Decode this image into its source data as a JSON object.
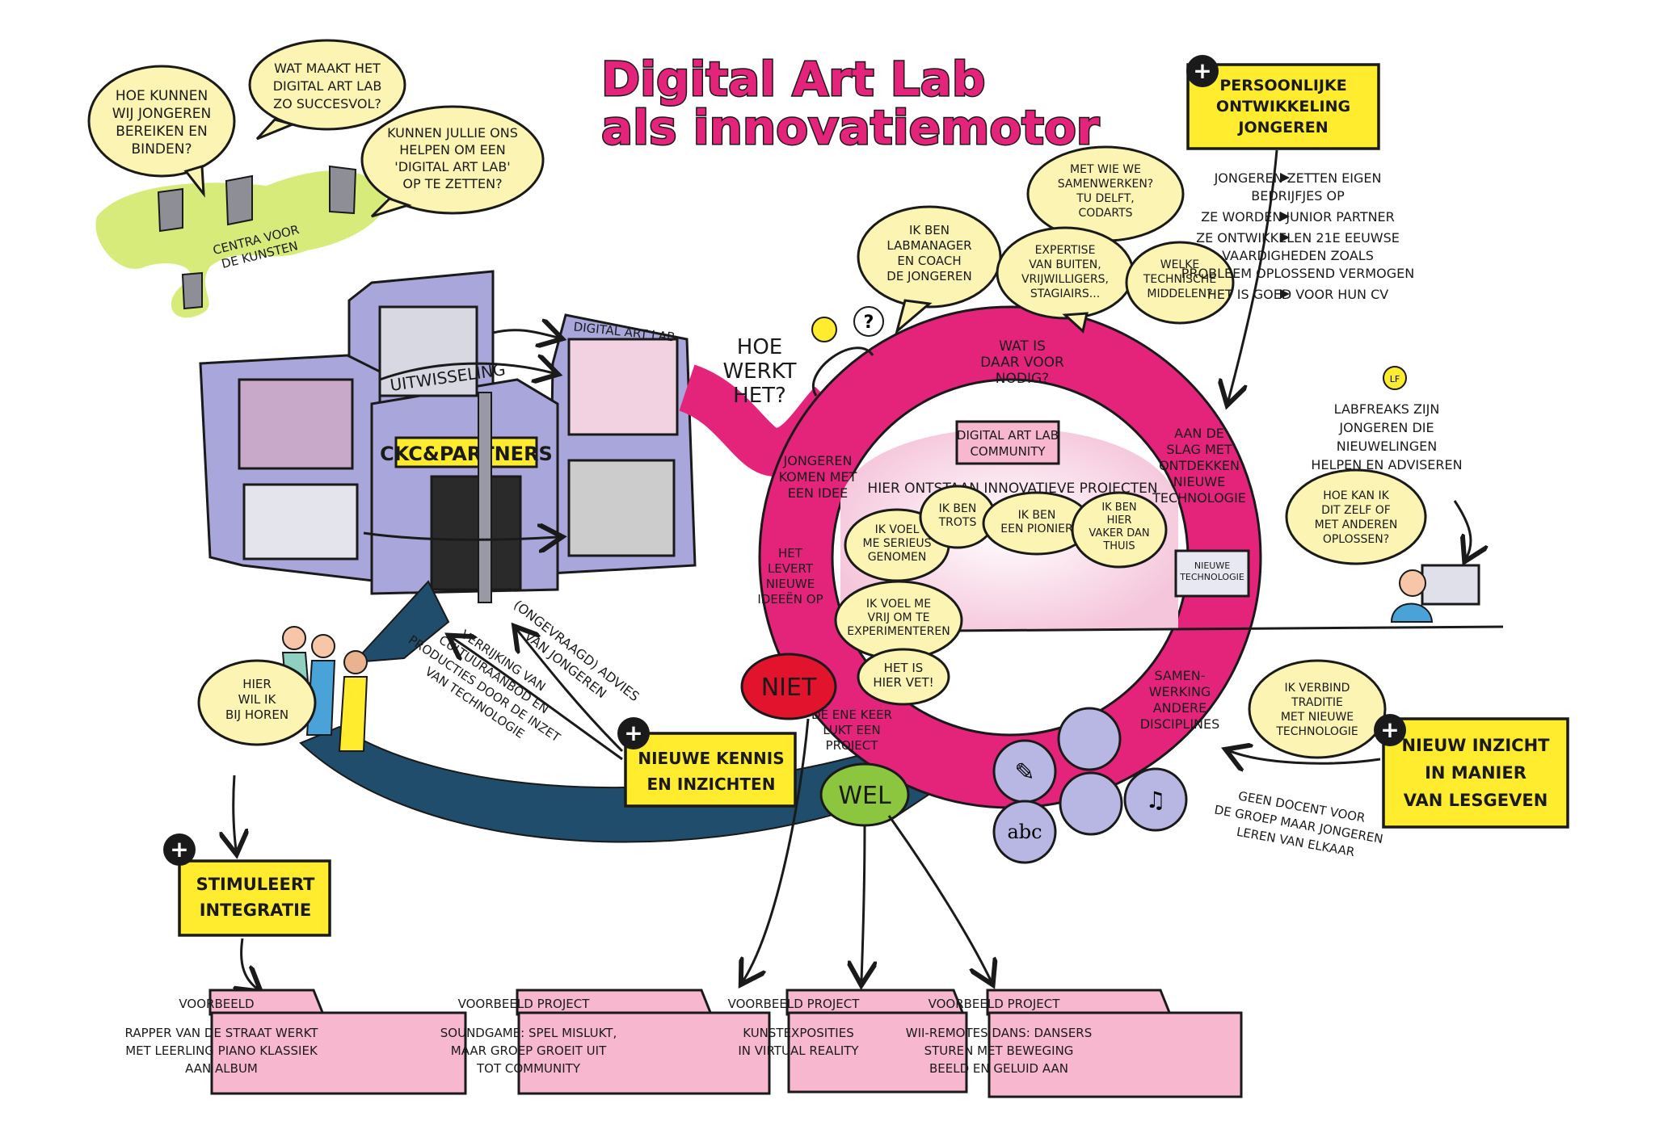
{
  "title": {
    "line1": "Digital Art Lab",
    "line2": "als innovatiemotor"
  },
  "top_bubbles": [
    [
      "Hoe kunnen",
      "wij jongeren",
      "bereiken en",
      "binden?"
    ],
    [
      "Wat maakt het",
      "Digital Art Lab",
      "zo succesvol?"
    ],
    [
      "Kunnen jullie ons",
      "helpen om een",
      "'Digital Art Lab'",
      "op te zetten?"
    ]
  ],
  "island_label": [
    "Centra voor",
    "de kunsten"
  ],
  "building": {
    "sign": "CKC&PARTNERS",
    "exchange": "UITWISSELING",
    "lab_label": "DIGITAL ART LAB"
  },
  "how_label": [
    "Hoe",
    "werkt",
    "het?"
  ],
  "ring_labels": {
    "wat_nodig": [
      "Wat is",
      "daar voor",
      "nodig?"
    ],
    "aan_de_slag": [
      "Aan de",
      "slag met",
      "ontdekken",
      "nieuwe",
      "technologie"
    ],
    "jongeren_idee": [
      "Jongeren",
      "komen met",
      "een idee"
    ],
    "levert": [
      "Het",
      "levert",
      "nieuwe",
      "ideeën op"
    ],
    "samenwerking": [
      "Samen-",
      "werking",
      "andere",
      "disciplines"
    ],
    "een_keer": [
      "De ene keer",
      "lukt een",
      "project"
    ]
  },
  "community": {
    "label": [
      "Digital Art Lab",
      "community"
    ],
    "heading": "Hier ontstaan innovatieve projecten",
    "screen": [
      "Nieuwe",
      "technologie"
    ],
    "quotes": [
      [
        "Ik voel",
        "me serieus",
        "genomen"
      ],
      [
        "Ik ben",
        "trots"
      ],
      [
        "Ik ben",
        "een pionier"
      ],
      [
        "Ik ben",
        "hier",
        "vaker dan",
        "thuis"
      ],
      [
        "Ik voel me",
        "vrij om te",
        "experimenteren"
      ],
      [
        "Het is",
        "hier vet!"
      ]
    ]
  },
  "upper_bubbles": [
    [
      "Ik ben",
      "labmanager",
      "en coach",
      "de jongeren"
    ],
    [
      "Met wie we",
      "samenwerken?",
      "TU Delft,",
      "Codarts"
    ],
    [
      "Expertise",
      "van buiten,",
      "vrijwilligers,",
      "stagiairs..."
    ],
    [
      "Welke",
      "technische",
      "middelen?"
    ]
  ],
  "personal": {
    "box": [
      "Persoonlijke",
      "ontwikkeling",
      "jongeren"
    ],
    "bullets": [
      [
        "Jongeren zetten eigen",
        "bedrijfjes op"
      ],
      [
        "Ze worden junior partner"
      ],
      [
        "Ze ontwikkelen 21e eeuwse",
        "vaardigheden zoals",
        "probleem oplossend vermogen"
      ],
      [
        "Het is goed voor hun CV"
      ]
    ]
  },
  "labfreaks": {
    "badge": "LF",
    "text": [
      "Labfreaks zijn",
      "jongeren die",
      "nieuwelingen",
      "helpen en adviseren"
    ],
    "bubble": [
      "Hoe kan ik",
      "dit zelf of",
      "met anderen",
      "oplossen?"
    ]
  },
  "tradition_bubble": [
    "Ik verbind",
    "traditie",
    "met nieuwe",
    "technologie"
  ],
  "teaching": {
    "box": [
      "Nieuw inzicht",
      "in manier",
      "van lesgeven"
    ],
    "note": [
      "Geen docent voor",
      "de groep maar jongeren",
      "leren van elkaar"
    ]
  },
  "knowledge": {
    "box": [
      "Nieuwe kennis",
      "en inzichten"
    ],
    "advice": [
      "(Ongevraagd) advies",
      "van jongeren"
    ],
    "enrich": [
      "Verrijking van",
      "cultuuraanbod en",
      "producties door de inzet",
      "van technologie"
    ]
  },
  "hear_bubble": [
    "Hier",
    "wil ik",
    "bij horen"
  ],
  "integration_box": [
    "Stimuleert",
    "integratie"
  ],
  "niet": "NIET",
  "wel": "WEL",
  "examples": [
    {
      "tab": "Voorbeeld",
      "lines": [
        "Rapper van de straat werkt",
        "met leerling piano klassiek",
        "aan album"
      ]
    },
    {
      "tab": "Voorbeeld project",
      "lines": [
        "Soundgame: spel mislukt,",
        "maar groep groeit uit",
        "tot community"
      ]
    },
    {
      "tab": "Voorbeeld project",
      "lines": [
        "Kunstexposities",
        "in virtual reality"
      ]
    },
    {
      "tab": "Voorbeeld project",
      "lines": [
        "Wii-remotes dans: dansers",
        "sturen met beweging",
        "beeld en geluid aan"
      ]
    }
  ],
  "colors": {
    "ring_pink": "#e4247a",
    "highlight_yellow": "#ffec2e",
    "bubble_cream": "#fbf4b2",
    "card_pink": "#f7b7cf",
    "building_lavender": "#a9a6dc",
    "arrow_teal": "#1f4d6b",
    "island_green": "#d7eb7a",
    "niet_red": "#e2132c",
    "wel_green": "#8cc63f"
  }
}
